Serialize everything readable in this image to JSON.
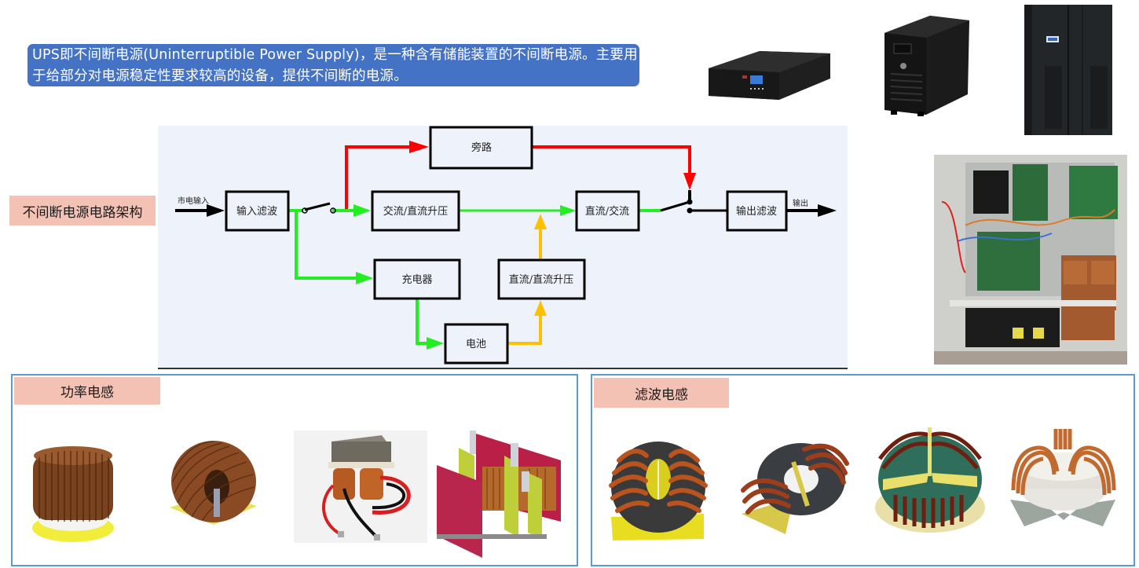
{
  "intro": {
    "text": "UPS即不间断电源(Uninterruptible Power Supply)，是一种含有储能装置的不间断电源。主要用于给部分对电源稳定性要求较高的设备，提供不间断的电源。"
  },
  "diagram": {
    "section_label": "不间断电源电路架构",
    "input_label": "市电输入",
    "output_label": "输出",
    "blocks": {
      "input_filter": "输入滤波",
      "bypass": "旁路",
      "ac_dc": "交流/直流升压",
      "dc_ac": "直流/交流",
      "output_filter": "输出滤波",
      "charger": "充电器",
      "dc_dc": "直流/直流升压",
      "battery": "电池"
    },
    "colors": {
      "bypass_path": "#ff0000",
      "mains_path": "#22ee22",
      "battery_path": "#ffc000",
      "signal": "#000000"
    }
  },
  "photos": {
    "ups_products": [
      "rack-mount-ups",
      "tower-ups",
      "cabinet-ups"
    ],
    "ups_internal": "ups-internal-circuit-board"
  },
  "power_inductor": {
    "label": "功率电感",
    "items": [
      "toroidal-power-inductor",
      "toroidal-inductor-on-base",
      "ei-core-inductor-with-leads",
      "three-phase-reactor"
    ]
  },
  "filter_inductor": {
    "label": "滤波电感",
    "items": [
      "common-mode-choke-1",
      "common-mode-choke-2",
      "three-phase-choke",
      "common-mode-choke-white-core"
    ]
  }
}
